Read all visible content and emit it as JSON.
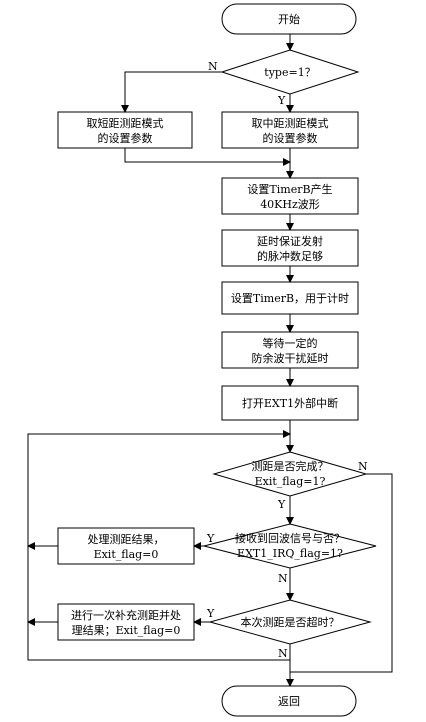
{
  "flowchart": {
    "start": "开始",
    "decision_type": "type=1？",
    "short_mode": [
      "取短距测距模式",
      "的设置参数"
    ],
    "mid_mode": [
      "取中距测距模式",
      "的设置参数"
    ],
    "set_timerb_wave": [
      "设置TimerB产生",
      "40KHz波形"
    ],
    "delay_pulse": [
      "延时保证发射",
      "的脉冲数足够"
    ],
    "set_timerb_timing": "设置TimerB，用于计时",
    "wait_delay": [
      "等待一定的",
      "防余波干扰延时"
    ],
    "open_ext1": "打开EXT1外部中断",
    "decision_done": [
      "测距是否完成？",
      "Exit_flag=1?"
    ],
    "decision_echo": [
      "接收到回波信号与否？",
      "EXT1_IRQ_flag=1?"
    ],
    "process_result": [
      "处理测距结果，",
      "Exit_flag=0"
    ],
    "decision_timeout": "本次测距是否超时？",
    "supplement": [
      "进行一次补充测距并处",
      "理结果；Exit_flag=0"
    ],
    "end": "返回",
    "labels": {
      "yes": "Y",
      "no": "N"
    }
  }
}
